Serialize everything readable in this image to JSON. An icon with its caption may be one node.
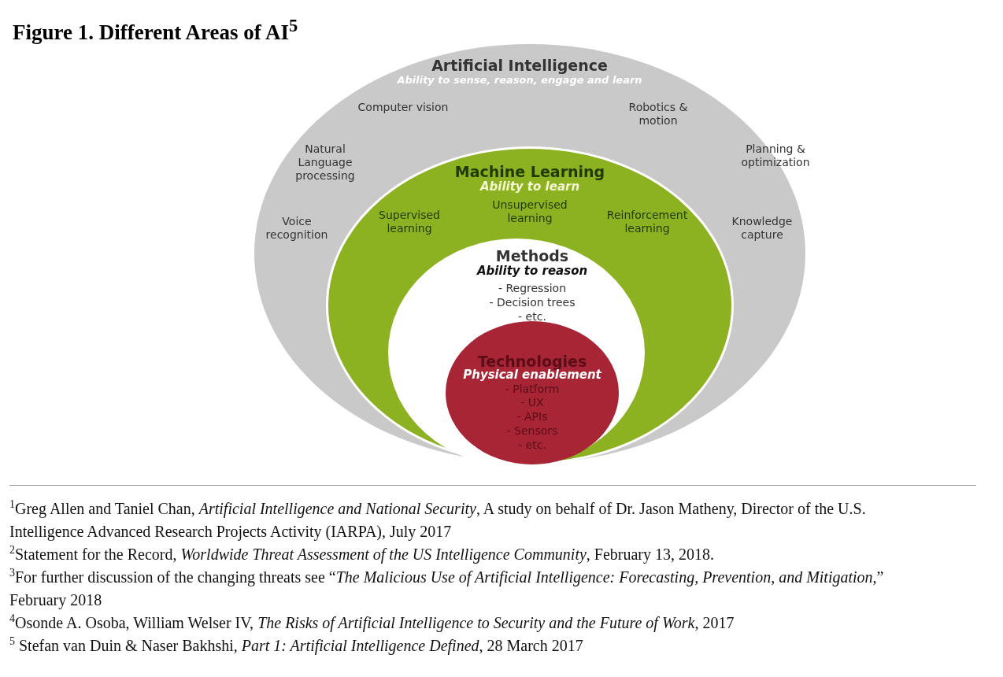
{
  "diagram": {
    "title": "Figure 1. Different Areas of AI$^{5}$",
    "nodes": [
      {
        "text": [
          "Artificial Intelligence",
          "Ability to sense, reason, engage and learn",
          "Computer vision",
          "Robotics & motion",
          "Natural Language processing",
          "Planning & optimization",
          "Voice recognition",
          "Knowledge capture"
        ]
      },
      {
        "text": [
          "Machine Learning",
          "Ability to learn",
          "Supervised learning",
          "Unsupervised learning",
          "Reinforcement learning"
        ],
        "in": 0
      },
      {
        "text": [
          "Methods",
          "Ability to reason",
          "- Regression",
          "- Decision trees",
          "- etc."
        ],
        "in": 1
      },
      {
        "text": [
          "Technologies",
          "Physical enablement",
          "- Platform",
          "- UX",
          "- APIs",
          "- Sensors",
          "- etc."
        ],
        "in": 2
      }
    ],
    "labels": [
      "$^{1}$Greg Allen and Taniel Chan, *Artificial Intelligence and National Security*, A study on behalf of Dr. Jason Matheny, Director of the U.S. Intelligence Advanced Research Projects Activity (IARPA), July 2017",
      "$^{2}$Statement for the Record, *Worldwide Threat Assessment of the US Intelligence Community*, February 13, 2018.",
      "$^{3}$For further discussion of the changing threats see “*The Malicious Use of Artificial Intelligence: Forecasting, Prevention, and Mitigation*,” February 2018",
      "$^{4}$Osonde A. Osoba, William Welser IV, *The Risks of Artificial Intelligence to Security and the Future of Work*, 2017",
      "$^{5}$ Stefan van Duin & Naser Bakhshi, *Part 1: Artificial Intelligence Defined*, 28 March 2017"
    ]
  }
}
